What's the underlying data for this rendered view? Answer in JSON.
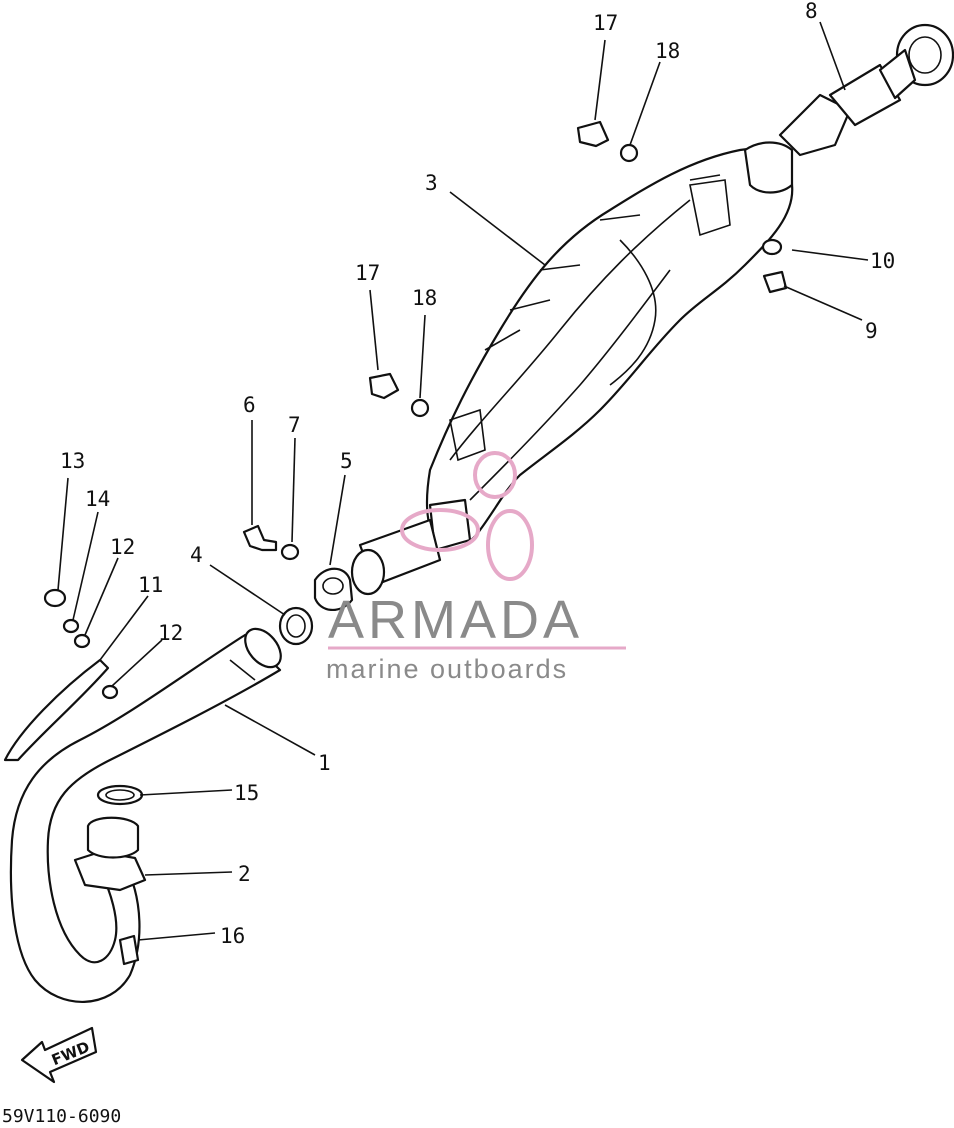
{
  "callouts": [
    {
      "id": "c1",
      "text": "1"
    },
    {
      "id": "c2",
      "text": "2"
    },
    {
      "id": "c3",
      "text": "3"
    },
    {
      "id": "c4",
      "text": "4"
    },
    {
      "id": "c5",
      "text": "5"
    },
    {
      "id": "c6",
      "text": "6"
    },
    {
      "id": "c7",
      "text": "7"
    },
    {
      "id": "c8",
      "text": "8"
    },
    {
      "id": "c9",
      "text": "9"
    },
    {
      "id": "c10",
      "text": "10"
    },
    {
      "id": "c11",
      "text": "11"
    },
    {
      "id": "c12a",
      "text": "12"
    },
    {
      "id": "c12b",
      "text": "12"
    },
    {
      "id": "c13",
      "text": "13"
    },
    {
      "id": "c14",
      "text": "14"
    },
    {
      "id": "c15",
      "text": "15"
    },
    {
      "id": "c16",
      "text": "16"
    },
    {
      "id": "c17a",
      "text": "17"
    },
    {
      "id": "c17b",
      "text": "17"
    },
    {
      "id": "c18a",
      "text": "18"
    },
    {
      "id": "c18b",
      "text": "18"
    }
  ],
  "watermark": {
    "brand": "ARMADA",
    "tagline": "marine outboards",
    "brand_color": "#8a8a8a",
    "accent_color": "#e6a9c8"
  },
  "direction_arrow": {
    "text": "FWD"
  },
  "drawing_code": "59V110-6090"
}
